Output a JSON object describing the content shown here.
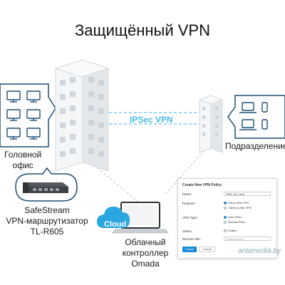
{
  "title": "Защищённый VPN",
  "labels": {
    "hq_line1": "Головной",
    "hq_line2": "офис",
    "branch": "Подразделение",
    "router_line1": "SafeStream",
    "router_line2": "VPN-маршрутизатор",
    "router_line3": "TL-R605",
    "omada_line1": "Облачный",
    "omada_line2": "контроллер",
    "omada_line3": "Omada",
    "vpn": "IPSec VPN",
    "cloud": "Cloud"
  },
  "panel": {
    "title": "Create New VPN Policy",
    "name_label": "Name:",
    "name_value": "VPN_HO_Sub",
    "purpose_label": "Purpose:",
    "purpose_opt1": "Site-to-Site VPN",
    "purpose_opt2": "Client-to-Site VPN",
    "type_label": "VPN Type:",
    "type_opt1": "Auto IPsec",
    "type_opt2": "Manual IPsec",
    "status_label": "Status:",
    "status_value": "Enable",
    "remote_label": "Remote Site:",
    "remote_placeholder": "Please Select",
    "create": "Create",
    "cancel": "Cancel"
  },
  "watermark": "antamedia.by",
  "colors": {
    "vpn_line": "#7fcdef",
    "cloud": "#2aa7e0",
    "icon_blue": "#1e4f73",
    "building": "#e6e9ec"
  }
}
